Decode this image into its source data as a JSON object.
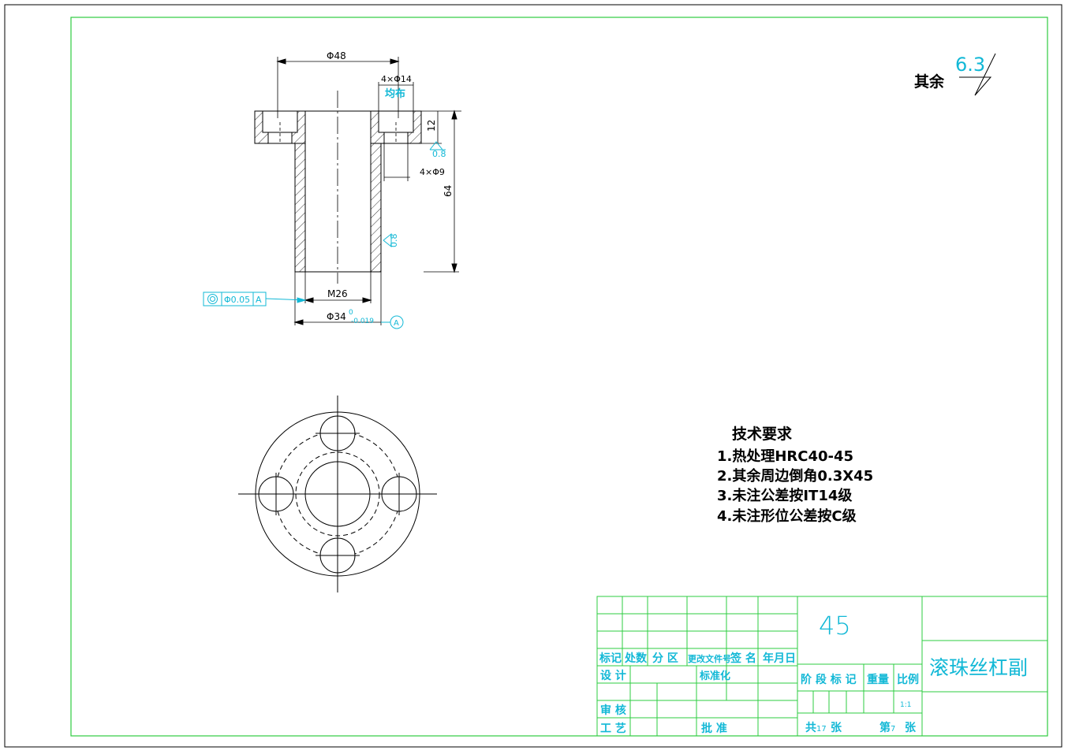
{
  "colors": {
    "border": "#2ecc40",
    "ink": "#000000",
    "annotation": "#12b8d6"
  },
  "roughness": {
    "label": "其余",
    "value": "6.3"
  },
  "dimensions": {
    "flange_dia": "Φ48",
    "holes_count_dia": "4×Φ14",
    "holes_note": "均布",
    "flange_thickness": "12",
    "surface_08": "0.8",
    "thru_holes": "4×Φ9",
    "height": "64",
    "bore_surface": "0.8",
    "thread": "M26",
    "shaft_dia": "Φ34",
    "shaft_tol_upper": "0",
    "shaft_tol_lower": "-0.019",
    "tolerance_value": "Φ0.05",
    "datum": "A"
  },
  "tech_requirements": {
    "title": "技术要求",
    "items": [
      "1.热处理HRC40-45",
      "2.其余周边倒角0.3X45",
      "3.未注公差按IT14级",
      "4.未注形位公差按C级"
    ]
  },
  "title_block": {
    "material": "45",
    "part_name": "滚珠丝杠副",
    "headers": [
      "标记",
      "处数",
      "分 区",
      "更改文件号",
      "签 名",
      "年月日"
    ],
    "design": "设 计",
    "standardize": "标准化",
    "stage_label": "阶 段 标 记",
    "weight": "重量",
    "scale_label": "比例",
    "scale_value": "1:1",
    "review": "审 核",
    "process": "工 艺",
    "approve": "批 准",
    "total_prefix": "共",
    "total_value": "17",
    "sheet_unit_1": "张",
    "sheet_prefix": "第",
    "sheet_value": "7",
    "sheet_unit_2": "张"
  }
}
